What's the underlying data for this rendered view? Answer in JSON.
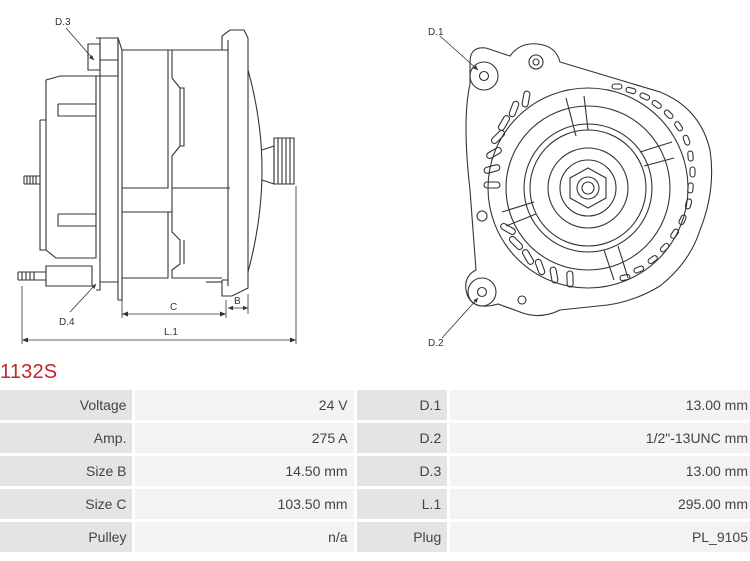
{
  "part_number": "1132S",
  "diagram_labels": {
    "side_d3": "D.3",
    "side_d4": "D.4",
    "side_c": "C",
    "side_b": "B",
    "side_l1": "L.1",
    "front_d1": "D.1",
    "front_d2": "D.2"
  },
  "specs": [
    {
      "label1": "Voltage",
      "value1": "24 V",
      "label2": "D.1",
      "value2": "13.00 mm"
    },
    {
      "label1": "Amp.",
      "value1": "275 A",
      "label2": "D.2",
      "value2": "1/2\"-13UNC mm"
    },
    {
      "label1": "Size B",
      "value1": "14.50 mm",
      "label2": "D.3",
      "value2": "13.00 mm"
    },
    {
      "label1": "Size C",
      "value1": "103.50 mm",
      "label2": "L.1",
      "value2": "295.00 mm"
    },
    {
      "label1": "Pulley",
      "value1": "n/a",
      "label2": "Plug",
      "value2": "PL_9105"
    }
  ]
}
